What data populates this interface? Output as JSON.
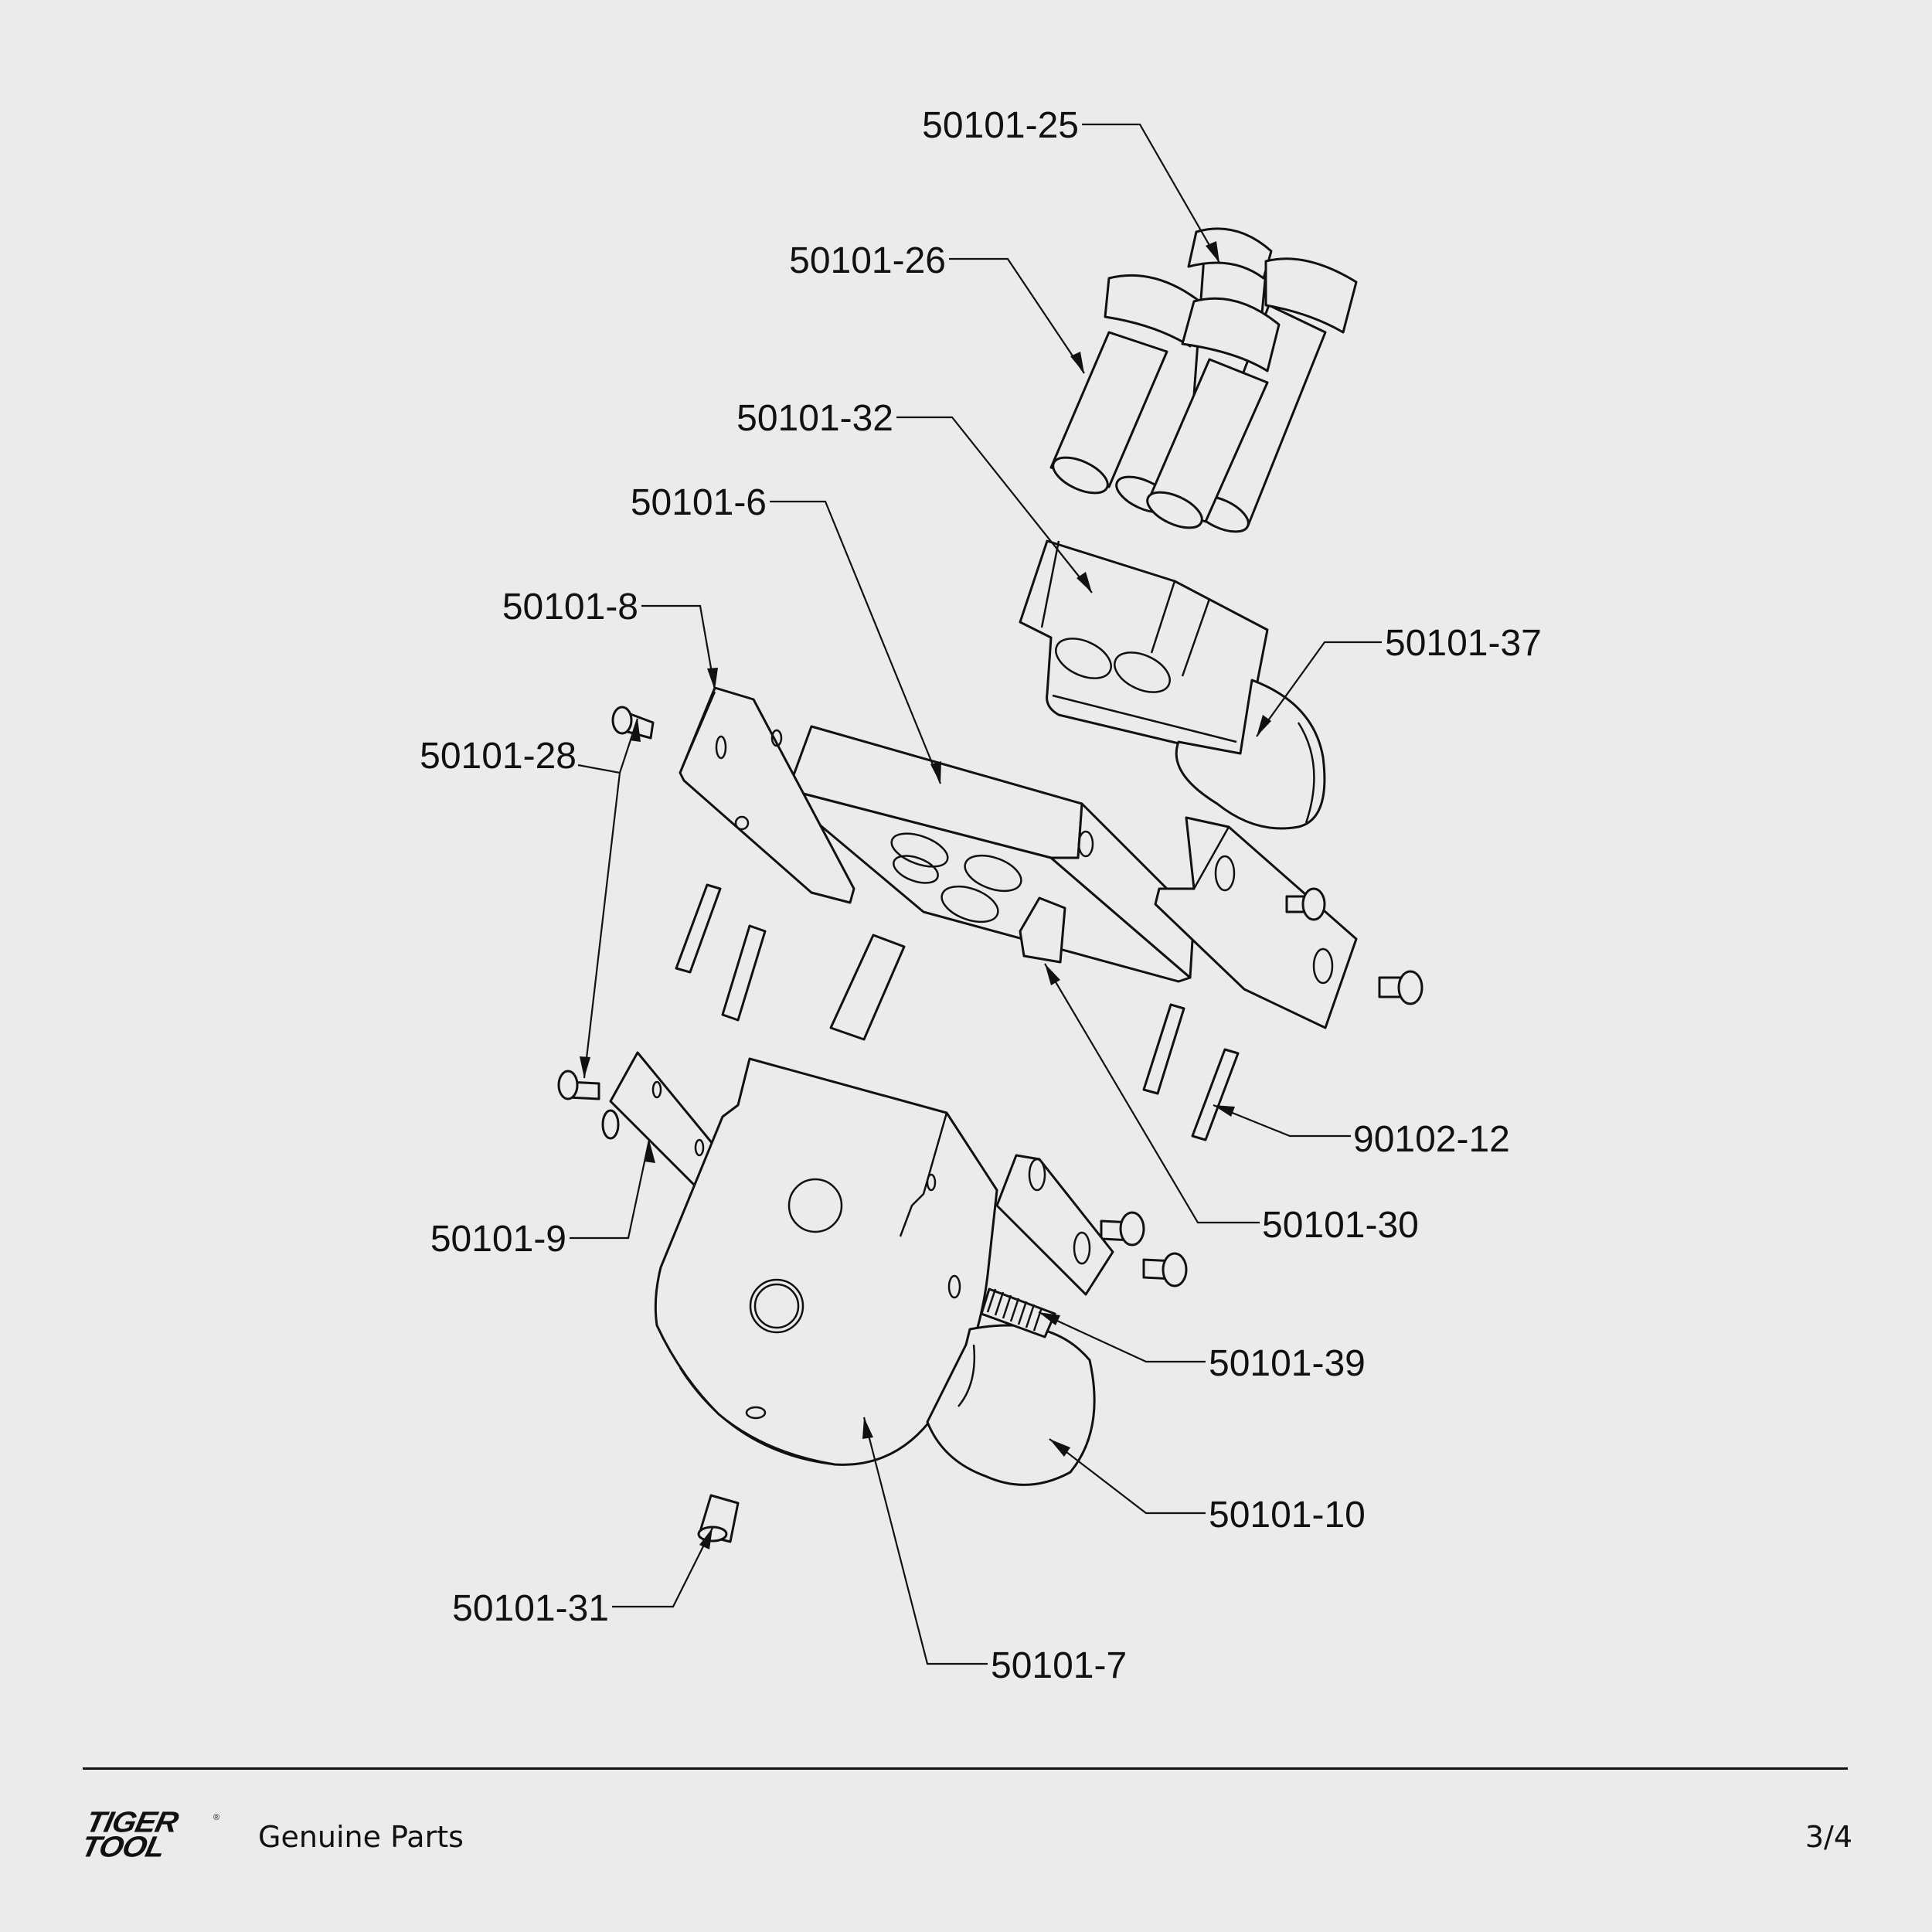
{
  "diagram": {
    "type": "exploded-parts-view",
    "callouts": [
      {
        "id": "50101-25",
        "label": "50101-25"
      },
      {
        "id": "50101-26",
        "label": "50101-26"
      },
      {
        "id": "50101-32",
        "label": "50101-32"
      },
      {
        "id": "50101-6",
        "label": "50101-6"
      },
      {
        "id": "50101-8",
        "label": "50101-8"
      },
      {
        "id": "50101-28",
        "label": "50101-28"
      },
      {
        "id": "50101-37",
        "label": "50101-37"
      },
      {
        "id": "90102-12",
        "label": "90102-12"
      },
      {
        "id": "50101-30",
        "label": "50101-30"
      },
      {
        "id": "50101-9",
        "label": "50101-9"
      },
      {
        "id": "50101-39",
        "label": "50101-39"
      },
      {
        "id": "50101-10",
        "label": "50101-10"
      },
      {
        "id": "50101-31",
        "label": "50101-31"
      },
      {
        "id": "50101-7",
        "label": "50101-7"
      }
    ]
  },
  "footer": {
    "brand_line1": "TIGER",
    "brand_line2": "TOOL",
    "brand_registered": "®",
    "tagline": "Genuine Parts",
    "page": "3/4"
  },
  "colors": {
    "background": "#ebebeb",
    "ink": "#111111"
  }
}
